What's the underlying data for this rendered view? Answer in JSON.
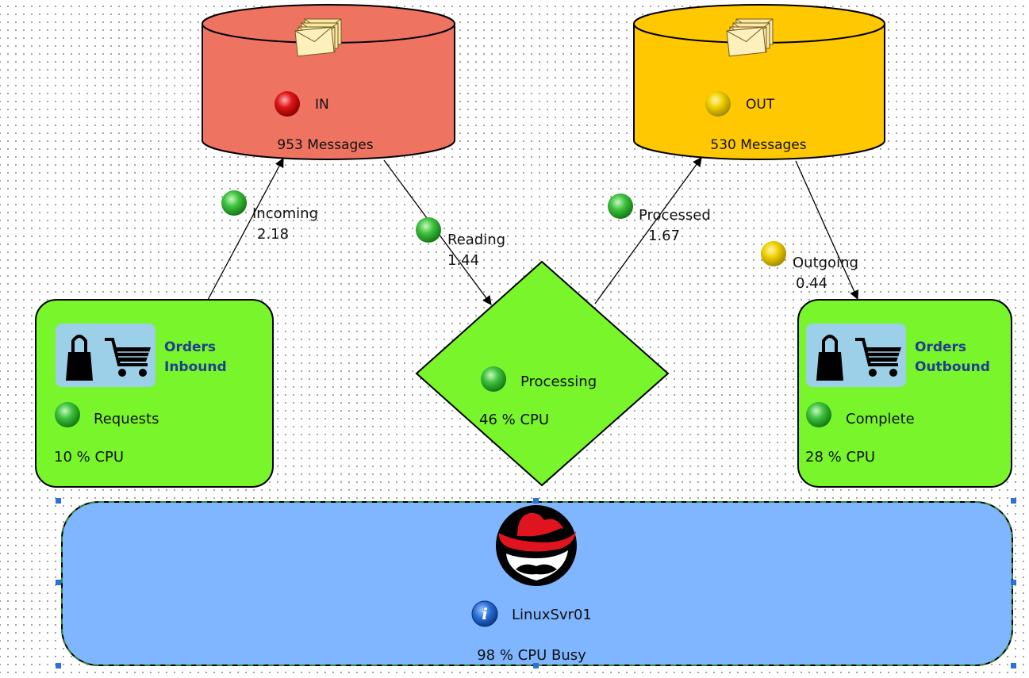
{
  "colors": {
    "in_queue": "#ef7361",
    "out_queue": "#ffc800",
    "node_green": "#79f52b",
    "server_blue": "#7fb6ff",
    "icon_panel": "#9ccfe8",
    "status_red": "#e11a1a",
    "status_yellow": "#f0d200",
    "status_green": "#2db82d",
    "title_blue": "#1f3f8f"
  },
  "queues": {
    "in": {
      "name": "IN",
      "messages": "953 Messages",
      "status": "red",
      "icon": "envelope-stack-icon"
    },
    "out": {
      "name": "OUT",
      "messages": "530 Messages",
      "status": "yellow",
      "icon": "envelope-stack-icon"
    }
  },
  "nodes": {
    "inbound": {
      "title_line1": "Orders",
      "title_line2": "Inbound",
      "label": "Requests",
      "cpu": "10 % CPU",
      "status": "green",
      "icons": [
        "shopping-bag-icon",
        "shopping-cart-icon"
      ]
    },
    "processing": {
      "label": "Processing",
      "cpu": "46 % CPU",
      "status": "green"
    },
    "outbound": {
      "title_line1": "Orders",
      "title_line2": "Outbound",
      "label": "Complete",
      "cpu": "28 % CPU",
      "status": "green",
      "icons": [
        "shopping-bag-icon",
        "shopping-cart-icon"
      ]
    }
  },
  "flows": {
    "incoming": {
      "label": "Incoming",
      "value": "2.18",
      "status": "green"
    },
    "reading": {
      "label": "Reading",
      "value": "1.44",
      "status": "green"
    },
    "processed": {
      "label": "Processed",
      "value": "1.67",
      "status": "green"
    },
    "outgoing": {
      "label": "Outgoing",
      "value": "0.44",
      "status": "yellow"
    }
  },
  "server": {
    "name": "LinuxSvr01",
    "cpu": "98 % CPU Busy",
    "logo": "redhat-logo-icon",
    "info_icon": "info-icon"
  }
}
